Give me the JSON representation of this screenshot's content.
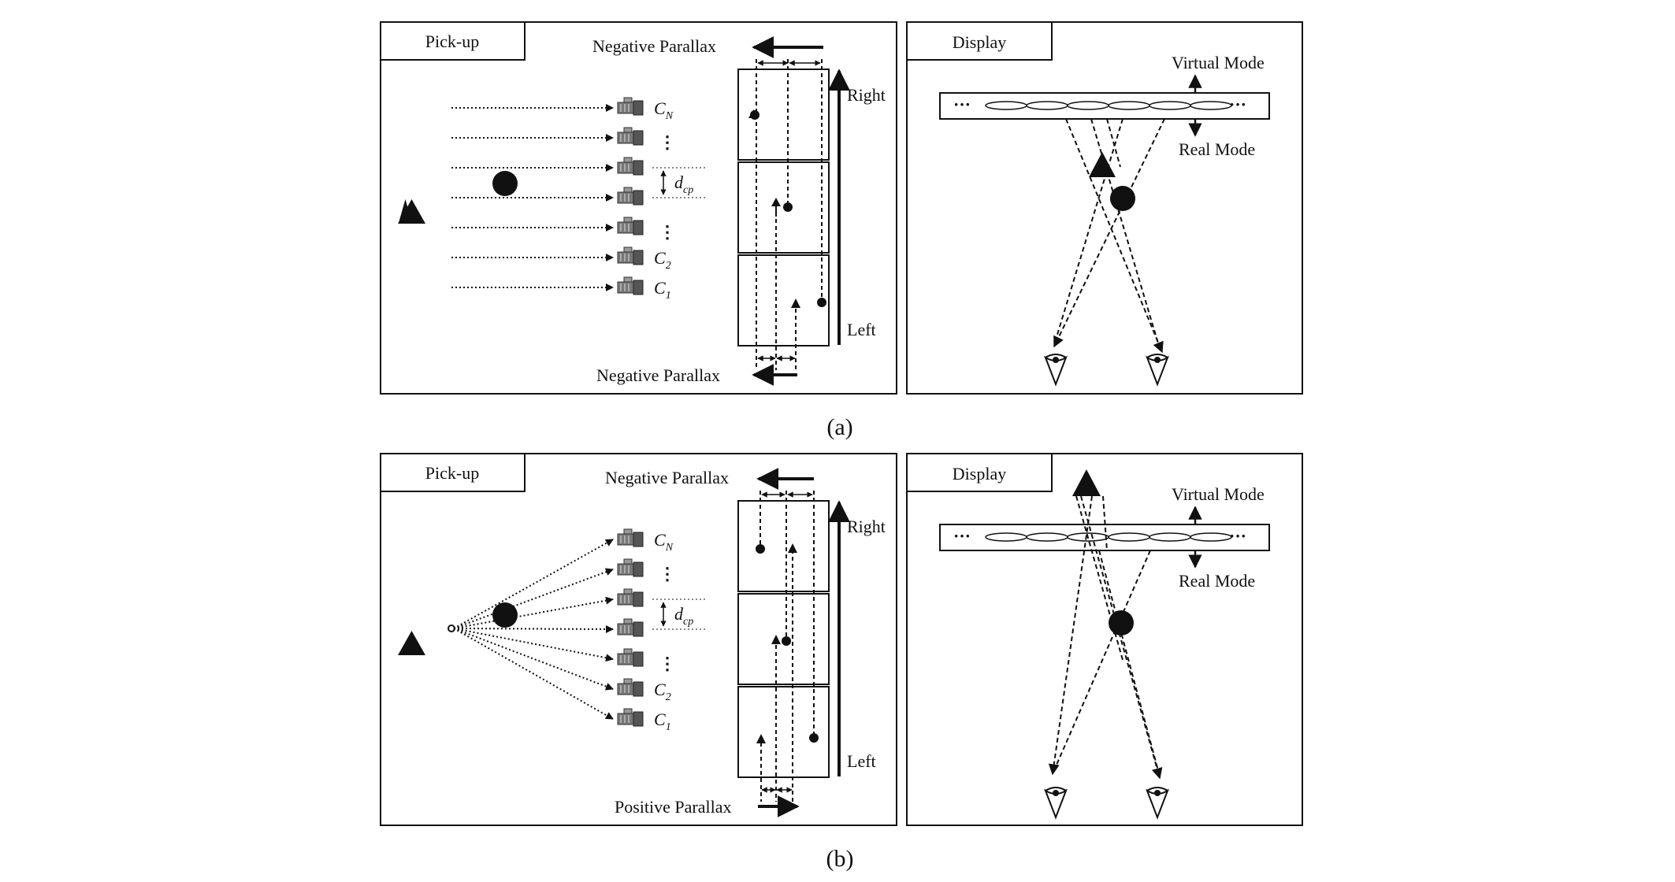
{
  "colors": {
    "ink": "#111111",
    "background": "#ffffff",
    "camera": "#777777"
  },
  "panel_a": {
    "caption": "(a)",
    "pickup": {
      "tab_label": "Pick-up",
      "top_parallax_label": "Negative Parallax",
      "bottom_parallax_label": "Negative Parallax",
      "right_label": "Right",
      "left_label": "Left",
      "camera_labels": {
        "cn_base": "C",
        "cn_sub": "N",
        "c2_base": "C",
        "c2_sub": "2",
        "c1_base": "C",
        "c1_sub": "1",
        "dcp_base": "d",
        "dcp_sub": "cp"
      },
      "ellipsis": "⋮"
    },
    "display": {
      "tab_label": "Display",
      "virtual_mode_label": "Virtual Mode",
      "real_mode_label": "Real Mode",
      "dots_left": "···",
      "dots_right": "···"
    }
  },
  "panel_b": {
    "caption": "(b)",
    "pickup": {
      "tab_label": "Pick-up",
      "top_parallax_label": "Negative Parallax",
      "bottom_parallax_label": "Positive Parallax",
      "right_label": "Right",
      "left_label": "Left",
      "camera_labels": {
        "cn_base": "C",
        "cn_sub": "N",
        "c2_base": "C",
        "c2_sub": "2",
        "c1_base": "C",
        "c1_sub": "1",
        "dcp_base": "d",
        "dcp_sub": "cp"
      },
      "ellipsis": "⋮"
    },
    "display": {
      "tab_label": "Display",
      "virtual_mode_label": "Virtual Mode",
      "real_mode_label": "Real Mode",
      "dots_left": "···",
      "dots_right": "···"
    }
  }
}
